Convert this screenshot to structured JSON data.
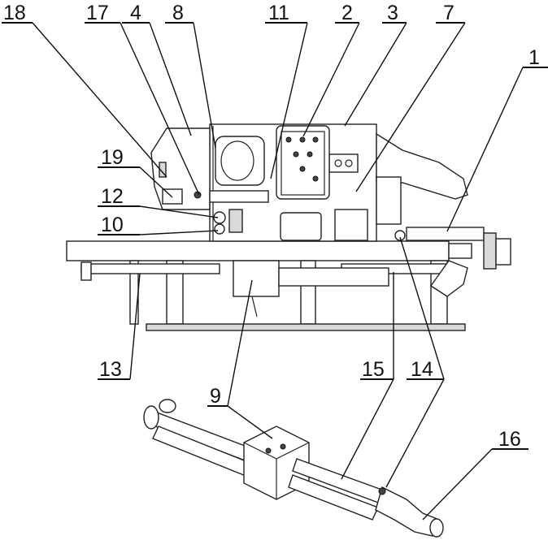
{
  "callouts": [
    {
      "id": "c18",
      "text": "18"
    },
    {
      "id": "c17",
      "text": "17"
    },
    {
      "id": "c4",
      "text": "4"
    },
    {
      "id": "c8",
      "text": "8"
    },
    {
      "id": "c11",
      "text": "11"
    },
    {
      "id": "c2",
      "text": "2"
    },
    {
      "id": "c3",
      "text": "3"
    },
    {
      "id": "c7",
      "text": "7"
    },
    {
      "id": "c1",
      "text": "1"
    },
    {
      "id": "c19",
      "text": "19"
    },
    {
      "id": "c12",
      "text": "12"
    },
    {
      "id": "c10",
      "text": "10"
    },
    {
      "id": "c13",
      "text": "13"
    },
    {
      "id": "c9",
      "text": "9"
    },
    {
      "id": "c15",
      "text": "15"
    },
    {
      "id": "c14",
      "text": "14"
    },
    {
      "id": "c16",
      "text": "16"
    }
  ]
}
